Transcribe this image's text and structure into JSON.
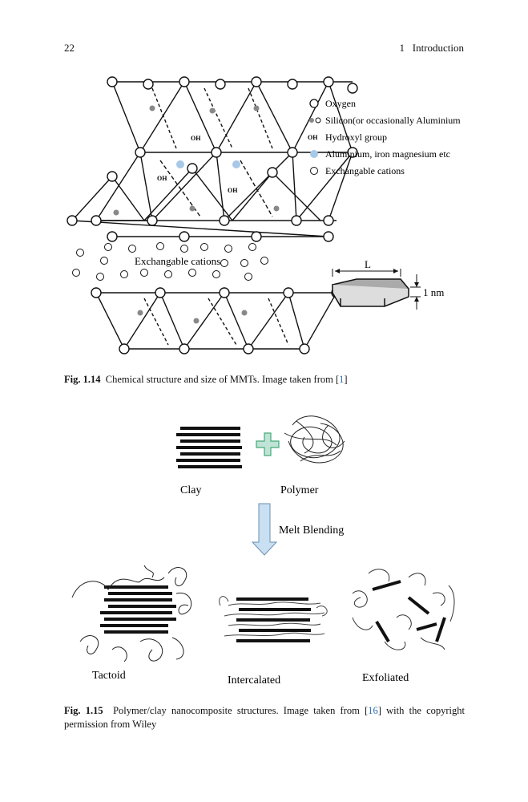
{
  "header": {
    "page_number": "22",
    "chapter": "1   Introduction"
  },
  "figure14": {
    "legend": {
      "oxygen": "Oxygen",
      "silicon": "Silicon(or occasionally Aluminium",
      "hydroxyl": "Hydroxyl group",
      "aluminium": "Aluminium, iron magnesium etc",
      "cations": "Exchangable cations"
    },
    "oh_label": "OH",
    "interlayer_label": "Exchangable cations",
    "dimension_length": "L",
    "dimension_thickness": "1 nm",
    "caption_num": "Fig. 1.14",
    "caption_text": "Chemical structure and size of MMTs. Image taken from [",
    "caption_ref": "1",
    "caption_end": "]"
  },
  "figure15": {
    "clay_label": "Clay",
    "polymer_label": "Polymer",
    "process_label": "Melt Blending",
    "tactoid_label": "Tactoid",
    "intercalated_label": "Intercalated",
    "exfoliated_label": "Exfoliated",
    "caption_num": "Fig. 1.15",
    "caption_text": "Polymer/clay nanocomposite structures. Image taken from [",
    "caption_ref": "16",
    "caption_end": "] with the copyright permission from Wiley"
  },
  "colors": {
    "ref_link": "#2d6fb8",
    "aluminium_dot": "#a8c8e8",
    "arrow_fill": "#c9e0f2",
    "plus_fill": "#bfe3d6"
  }
}
